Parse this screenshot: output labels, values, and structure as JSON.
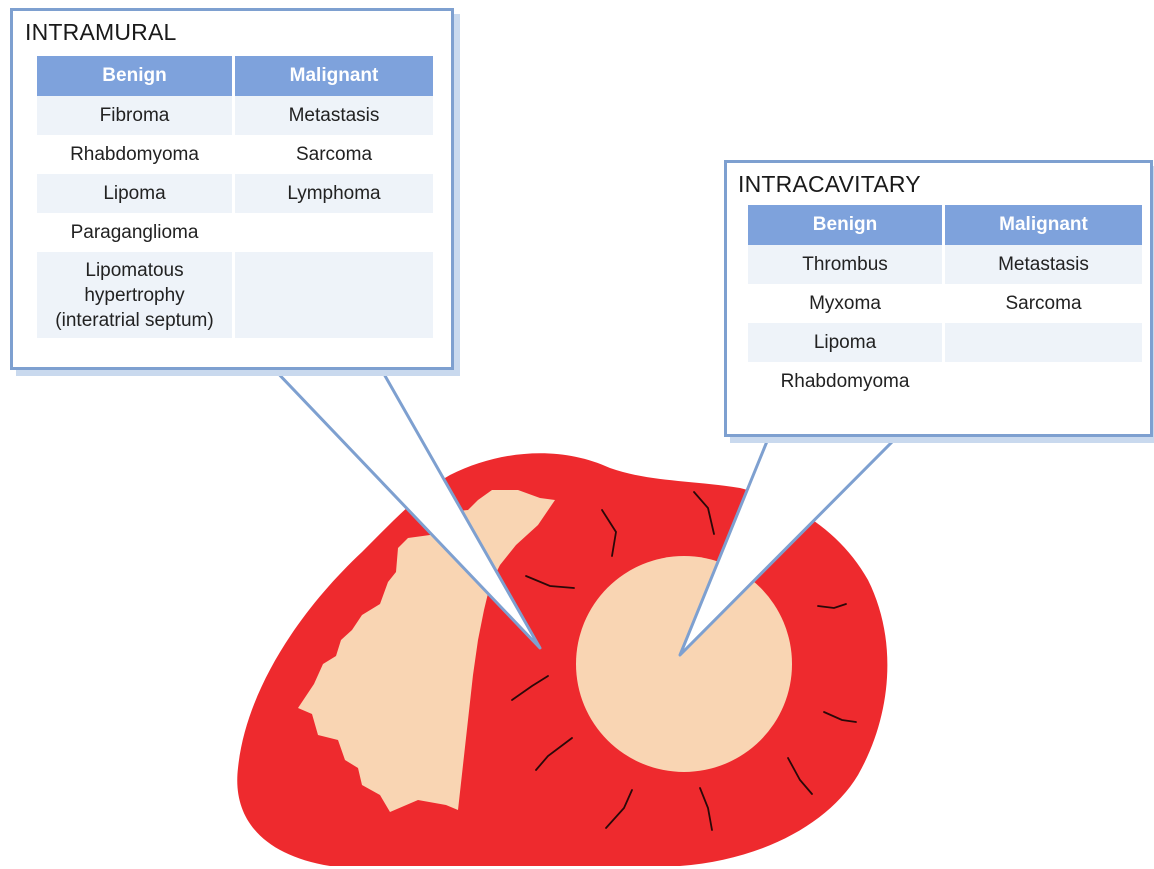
{
  "colors": {
    "myocardium": "#ee2a2e",
    "tumor_tissue": "#f9d5b3",
    "callout_border": "#7ea0d0",
    "table_header": "#7ea2dc",
    "row_shade": "#eef3f9"
  },
  "intramural": {
    "title": "INTRAMURAL",
    "headers": {
      "benign": "Benign",
      "malignant": "Malignant"
    },
    "rows": [
      {
        "benign": "Fibroma",
        "malignant": "Metastasis"
      },
      {
        "benign": "Rhabdomyoma",
        "malignant": "Sarcoma"
      },
      {
        "benign": "Lipoma",
        "malignant": "Lymphoma"
      },
      {
        "benign": "Paraganglioma",
        "malignant": ""
      },
      {
        "benign": "Lipomatous hypertrophy (interatrial septum)",
        "malignant": ""
      }
    ]
  },
  "intracavitary": {
    "title": "INTRACAVITARY",
    "headers": {
      "benign": "Benign",
      "malignant": "Malignant"
    },
    "rows": [
      {
        "benign": "Thrombus",
        "malignant": "Metastasis"
      },
      {
        "benign": "Myxoma",
        "malignant": "Sarcoma"
      },
      {
        "benign": "Lipoma",
        "malignant": ""
      },
      {
        "benign": "Rhabdomyoma",
        "malignant": ""
      }
    ]
  }
}
